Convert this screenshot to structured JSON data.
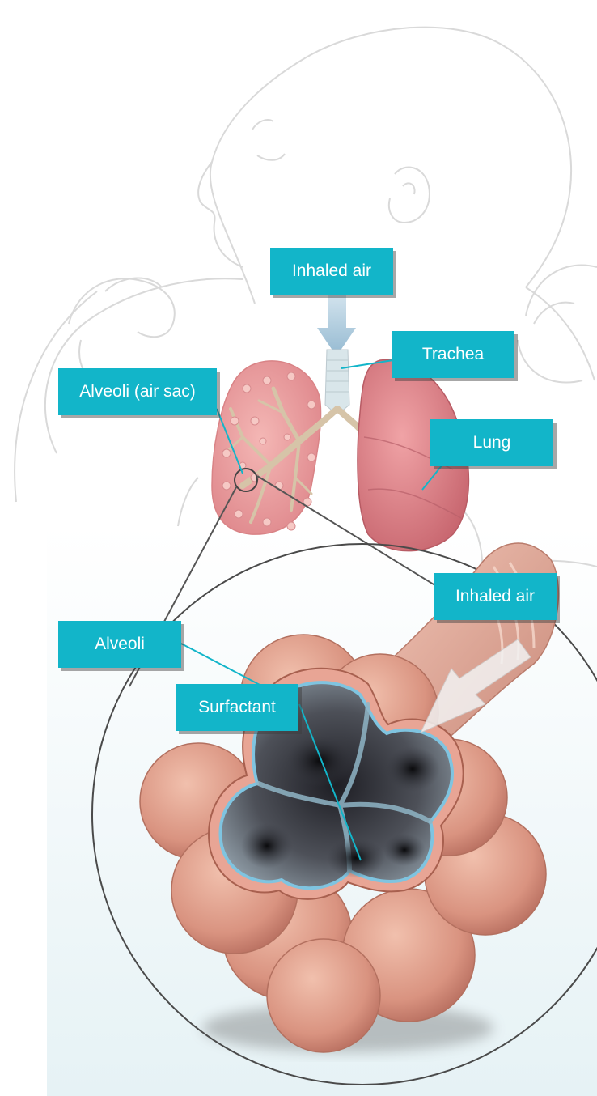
{
  "labels": {
    "inhaled_air_top": "Inhaled air",
    "trachea": "Trachea",
    "alveoli_air_sac": "Alveoli (air sac)",
    "lung": "Lung",
    "inhaled_air_zoom": "Inhaled air",
    "alveoli": "Alveoli",
    "surfactant": "Surfactant"
  },
  "colors": {
    "label_background": "#12b5c9",
    "label_text": "#ffffff",
    "leader_line": "#12b5c9",
    "lung_tissue": "#e8969a",
    "alveoli_tissue": "#dc9a88",
    "surfactant_lining": "#7fc4e0",
    "alveoli_interior": "#4a4d56",
    "outline_sketch": "#d6d6d6",
    "background_tint": "#eef6f8"
  }
}
